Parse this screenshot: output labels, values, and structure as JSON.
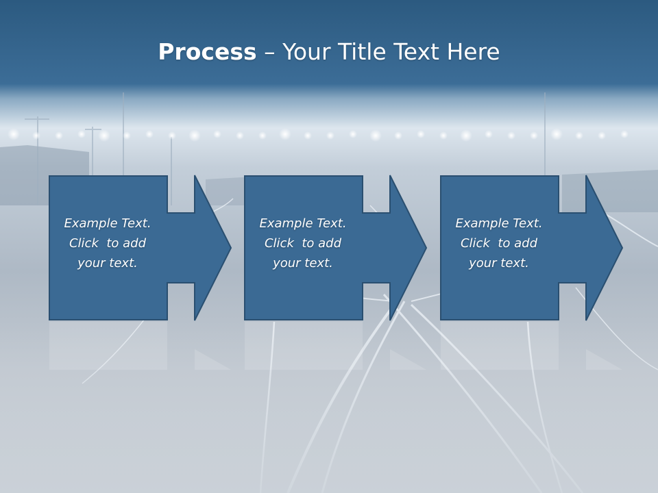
{
  "slide": {
    "title_bold": "Process",
    "title_rest": " – Your Title Text Here"
  },
  "steps": [
    {
      "line1": "Example Text.",
      "line2": "Click  to add",
      "line3": "your text."
    },
    {
      "line1": "Example Text.",
      "line2": "Click  to add",
      "line3": "your text."
    },
    {
      "line1": "Example Text.",
      "line2": "Click  to add",
      "line3": "your text."
    }
  ],
  "colors": {
    "header": "#2d5f85",
    "shape_fill": "#3b6a94",
    "shape_border": "#2a4f70",
    "text": "#ffffff",
    "background": "#c9d0d8"
  }
}
